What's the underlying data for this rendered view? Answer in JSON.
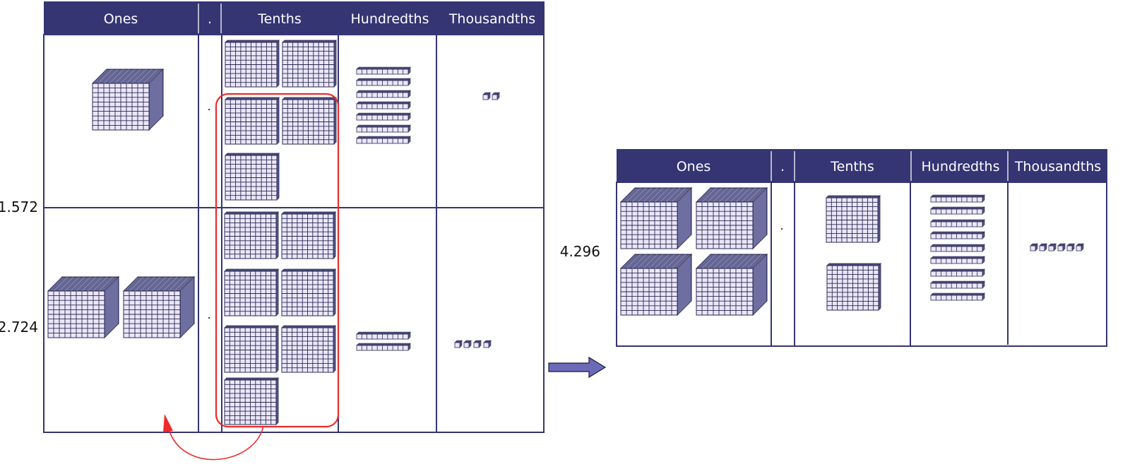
{
  "title": "Adding decimals with base ten blocks",
  "colors": {
    "header": "#353574",
    "grid_line": "#353574",
    "block_face": "#ebe6fa",
    "block_side": "#4a4a7a",
    "highlight": "#ee2a2a",
    "arrow_fill": "#6a6ab8"
  },
  "place_value_headers": [
    "Ones",
    ".",
    "Tenths",
    "Hundredths",
    "Thousandths"
  ],
  "left_table": {
    "rows": [
      {
        "number": "1.572",
        "ones": 1,
        "tenths": 5,
        "hundredths": 7,
        "thousandths": 2
      },
      {
        "number": "2.724",
        "ones": 2,
        "tenths": 7,
        "hundredths": 2,
        "thousandths": 4
      }
    ],
    "decimal_point": ".",
    "regroup_highlight": {
      "tenths_grouped": 10,
      "carry_to": "Ones"
    }
  },
  "right_table": {
    "result": {
      "number": "4.296",
      "ones": 4,
      "tenths": 2,
      "hundredths": 9,
      "thousandths": 6
    },
    "decimal_point": "."
  },
  "icons": {
    "transition": "right-arrow-icon",
    "regroup": "curved-arrow-icon"
  }
}
